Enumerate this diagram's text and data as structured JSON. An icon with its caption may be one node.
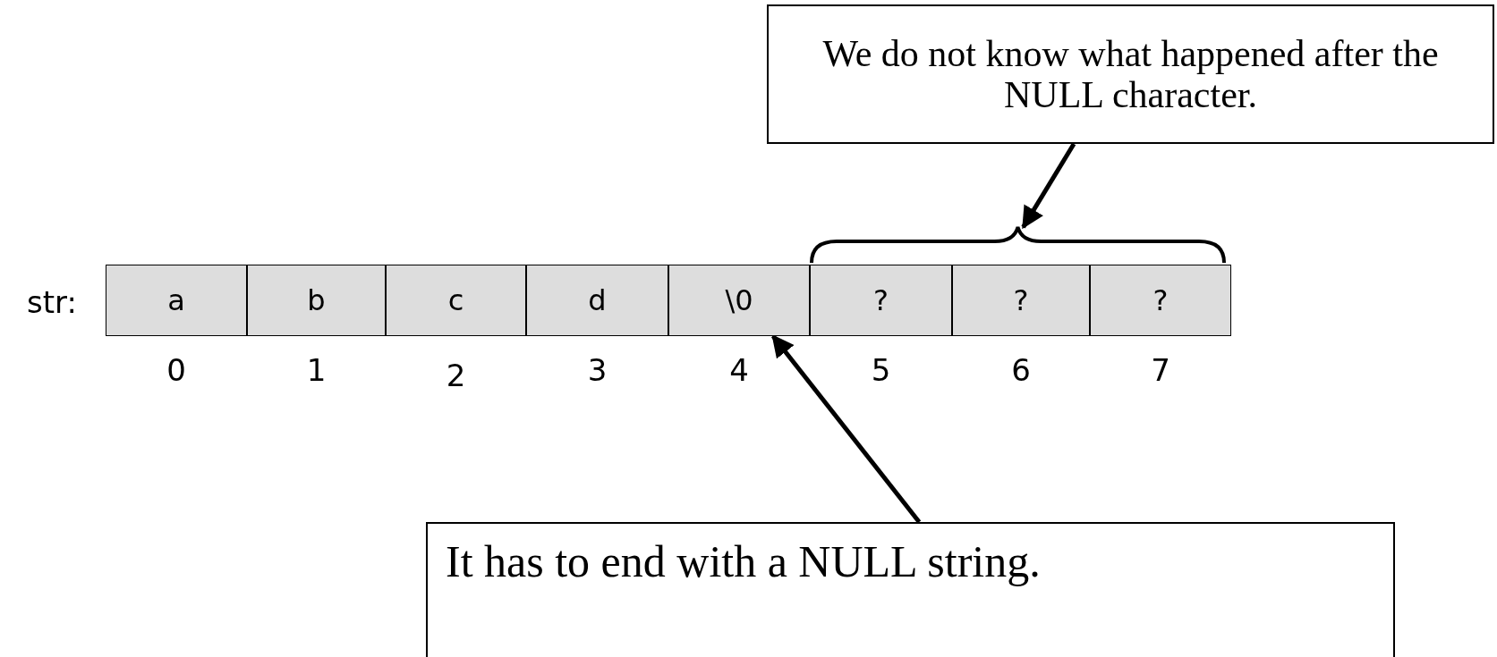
{
  "diagram": {
    "nodes": [
      {
        "text": [
          "We do not know what happened after the NULL character."
        ]
      },
      {
        "text": [
          "a"
        ]
      },
      {
        "text": [
          "b"
        ]
      },
      {
        "text": [
          "c"
        ]
      },
      {
        "text": [
          "d"
        ]
      },
      {
        "text": [
          "\\0"
        ]
      },
      {
        "text": [
          "?"
        ]
      },
      {
        "text": [
          "?"
        ]
      },
      {
        "text": [
          "?"
        ]
      },
      {
        "text": [],
        "shape": "brace"
      },
      {
        "text": [
          "It has to end with a NULL string."
        ]
      }
    ],
    "edges": [
      {
        "from": 0,
        "to": 9,
        "arrow": "to"
      },
      {
        "from": 10,
        "to": 5,
        "arrow": "to"
      }
    ],
    "labels": [
      "str:",
      "0",
      "1",
      "2",
      "3",
      "4",
      "5",
      "6",
      "7"
    ]
  }
}
